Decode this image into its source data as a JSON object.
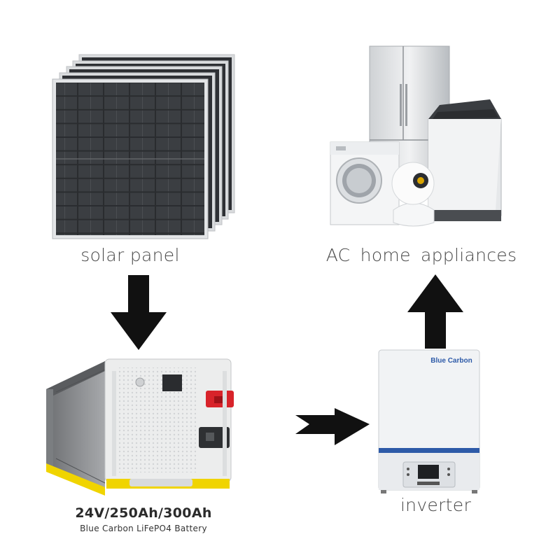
{
  "labels": {
    "solar_panel": "solar panel",
    "ac_home_appliances": "AC  home appliances",
    "inverter": "inverter",
    "battery_spec": "24V/250Ah/300Ah",
    "battery_name": "Blue Carbon LiFePO4 Battery"
  },
  "inverter_brand": "Blue Carbon",
  "colors": {
    "arrow": "#111111",
    "battery_terminal_positive": "#d8232a",
    "battery_trim": "#f0d400",
    "inverter_stripe": "#2d5aa8"
  }
}
